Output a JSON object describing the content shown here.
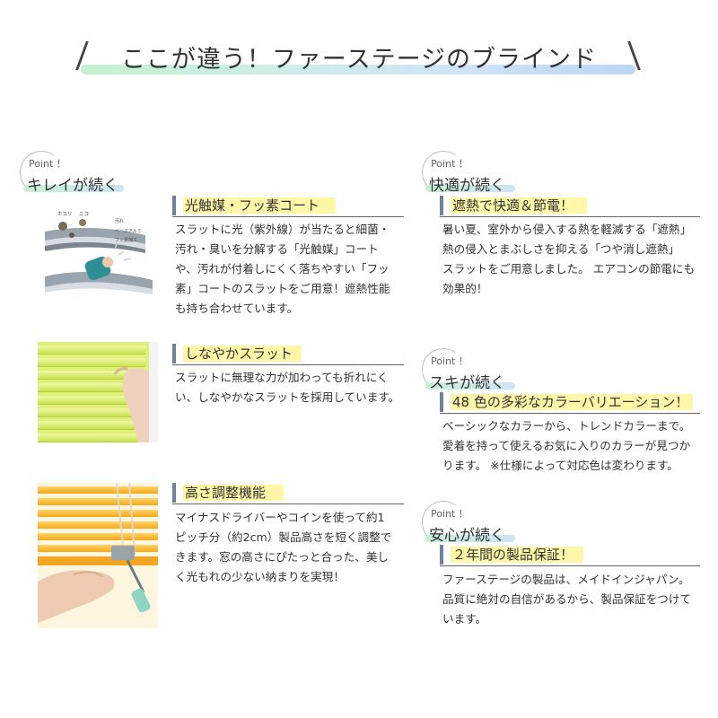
{
  "title": "ここが違う！ファーステージのブラインド",
  "points": [
    {
      "label": "Point ！",
      "text": "キレイが続く"
    },
    {
      "label": "Point ！",
      "text": "快適が続く"
    },
    {
      "label": "Point ！",
      "text": "スキが続く"
    },
    {
      "label": "Point ！",
      "text": "安心が続く"
    }
  ],
  "features": {
    "photocatalyst": {
      "heading": "光触媒・フッ素コート",
      "lines": [
        "スラットに光（紫外線）が当たると細菌・",
        "汚れ・臭いを分解する「光触媒」コート",
        "や、汚れが付着しにくく落ちやすい「フッ",
        "素」コートのスラットをご用意！遮熱性能",
        "も持ち合わせています。"
      ],
      "diagram_labels": [
        "ホコリ",
        "ニコ",
        "汚れ",
        "ベースアルミ",
        "フッ素加工"
      ]
    },
    "heat": {
      "heading": "遮熱で快適＆節電！",
      "lines": [
        "暑い夏、室外から侵入する熱を軽減する「遮熱」",
        "熱の侵入とまぶしさを抑える「つや消し遮熱」",
        "スラットをご用意しました。 エアコンの節電にも",
        "効果的！"
      ]
    },
    "flexible": {
      "heading": "しなやかスラット",
      "lines": [
        "スラットに無理な力が加わっても折れにく",
        "い、しなやかなスラットを採用しています。"
      ]
    },
    "colors": {
      "heading": "48 色の多彩なカラーバリエーション！",
      "lines": [
        "ベーシックなカラーから、トレンドカラーまで。",
        "愛着を持って使えるお気に入りのカラーが見つか",
        "ります。 ※仕様によって対応色は変わります。"
      ]
    },
    "height": {
      "heading": "高さ調整機能",
      "lines": [
        "マイナスドライバーやコインを使って約1",
        "ピッチ分（約2cm）製品高さを短く調整で",
        "きます。窓の高さにぴたっと合った、美し",
        "く光もれの少ない納まりを実現！"
      ]
    },
    "warranty": {
      "heading": "２年間の製品保証！",
      "lines": [
        "ファーステージの製品は、メイドインジャパン。",
        "品質に絶対の自信があるから、製品保証をつけて",
        "います。"
      ]
    }
  },
  "colors": {
    "heading_highlight": "#fff6a8",
    "heading_bar": "#6f8296",
    "title_bar_start": "#c5f0d2",
    "title_bar_end": "#bcd6f5",
    "slat_green": "#dff07a",
    "slat_orange": "#f6a917"
  }
}
